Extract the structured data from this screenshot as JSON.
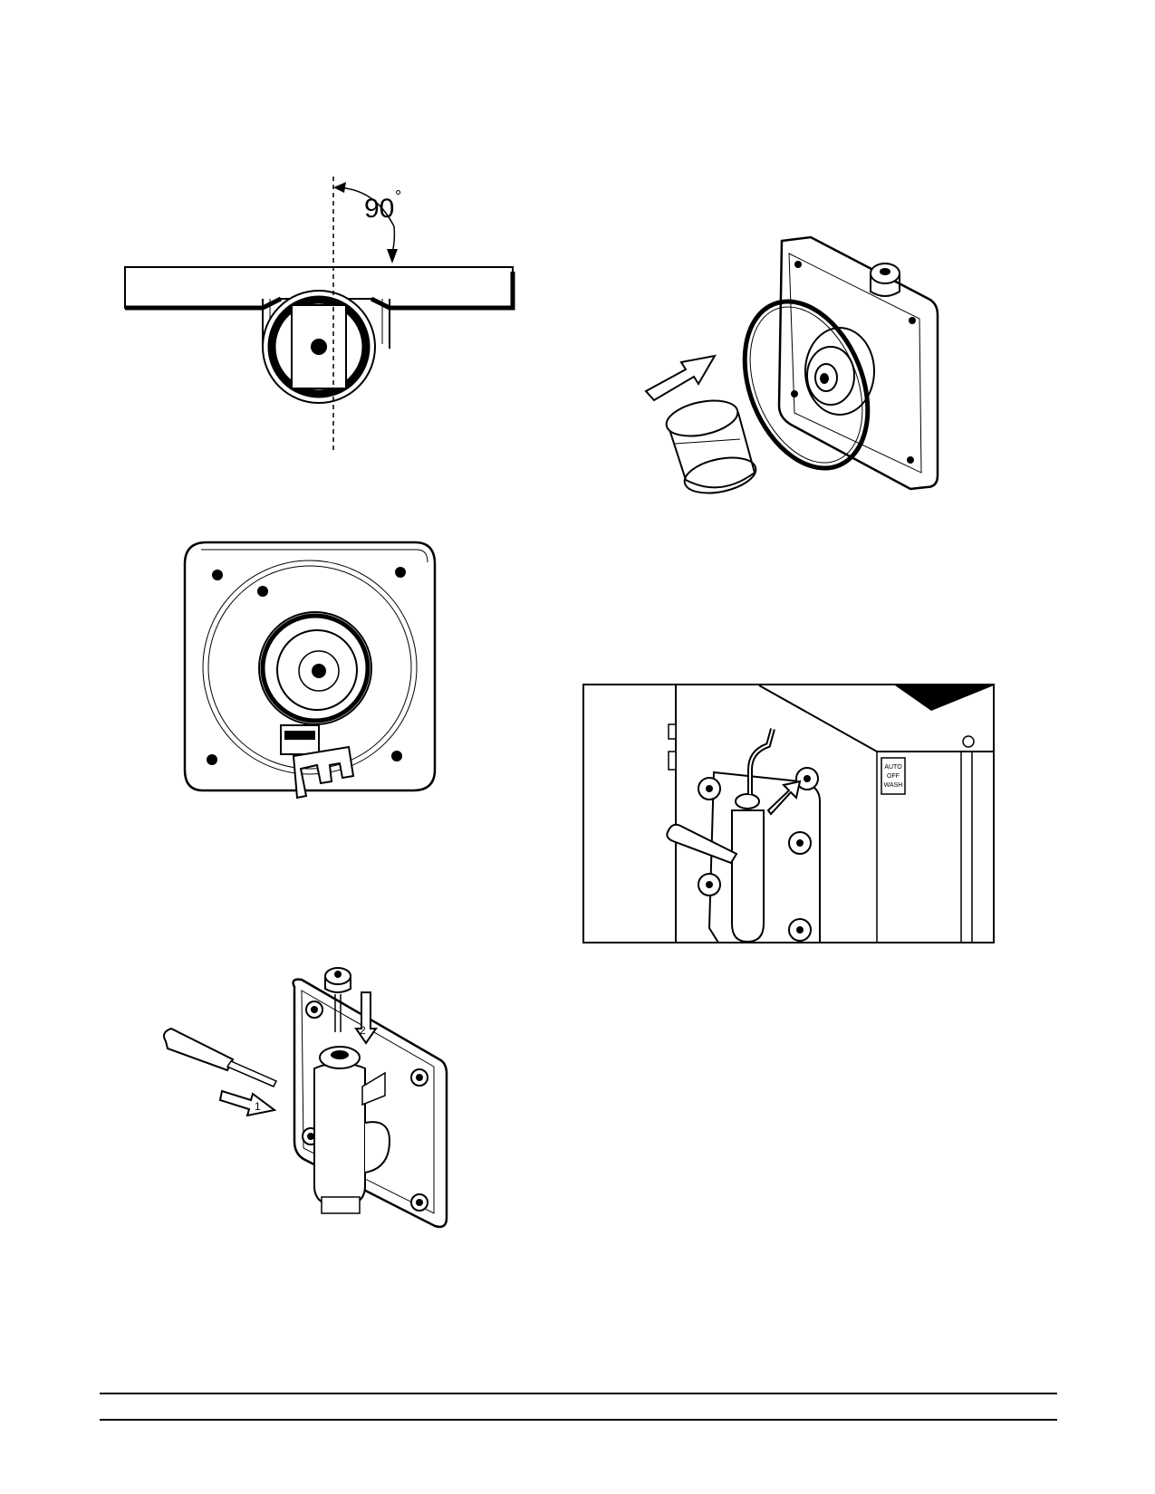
{
  "figures": {
    "angle": {
      "label": "90",
      "degree_symbol": "°"
    },
    "seal_assembly": {},
    "faceplate": {},
    "valve_body": {
      "step1": "1",
      "step2": "2"
    },
    "machine_panel": {
      "switch_line1": "AUTO",
      "switch_line2": "OFF",
      "switch_line3": "WASH"
    }
  },
  "colors": {
    "ink": "#000000",
    "paper": "#ffffff"
  }
}
